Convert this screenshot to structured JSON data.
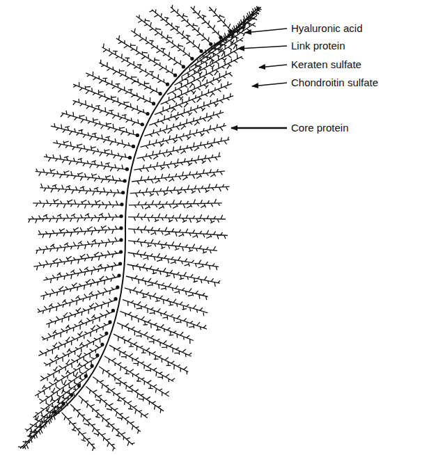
{
  "diagram": {
    "labels": [
      "Hyaluronic acid",
      "Link protein",
      "Keraten sulfate",
      "Chondroitin sulfate",
      "Core protein"
    ]
  }
}
